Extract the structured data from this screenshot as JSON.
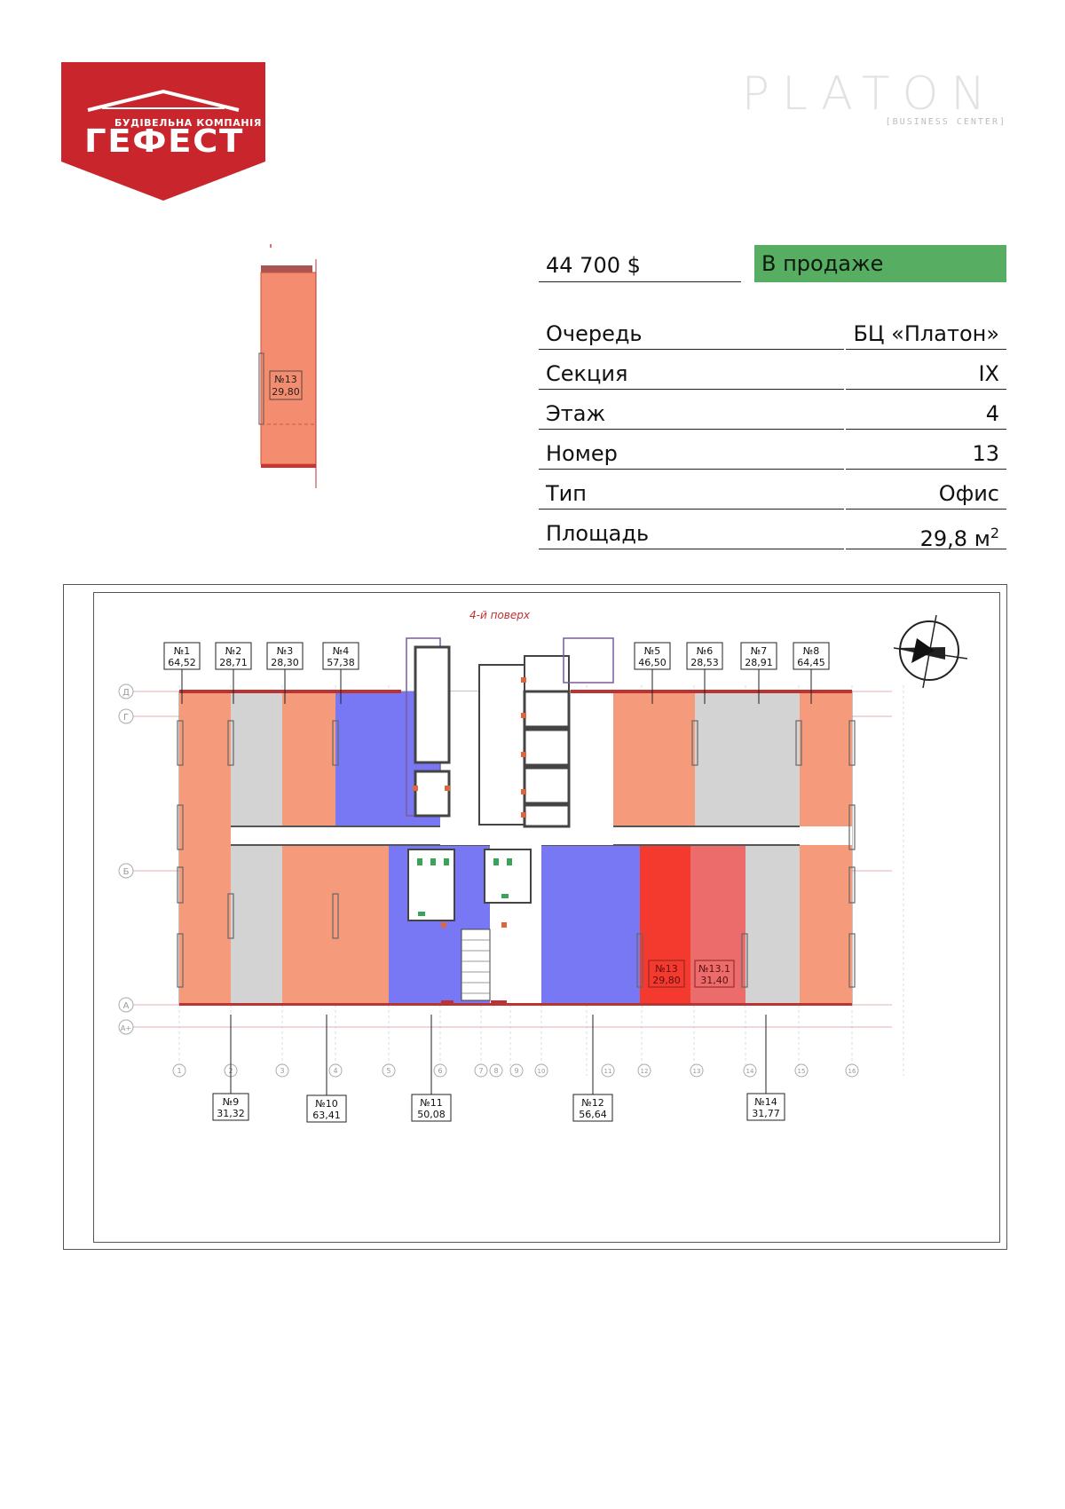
{
  "header": {
    "brand_name": "ГЕФЕСТ",
    "brand_tagline": "БУДІВЕЛЬНА КОМПАНІЯ",
    "brand_color": "#c8262c",
    "partner_logo_text": "PLATON",
    "partner_logo_sub": "[BUSINESS CENTER]"
  },
  "listing": {
    "price": "44 700 $",
    "status": "В продаже",
    "status_color": "#57ad62",
    "rows": [
      {
        "label": "Очередь",
        "value": "БЦ «Платон»"
      },
      {
        "label": "Секция",
        "value": "IX"
      },
      {
        "label": "Этаж",
        "value": "4"
      },
      {
        "label": "Номер",
        "value": "13"
      },
      {
        "label": "Тип",
        "value": "Офис"
      },
      {
        "label": "Площадь",
        "value": "29,8 м",
        "value_sup": "2"
      }
    ]
  },
  "thumbnail": {
    "unit_label": "№13",
    "unit_area": "29,80"
  },
  "floor_plan": {
    "title": "4-й поверх",
    "colors": {
      "available": "#f59a7a",
      "sold": "#d3d3d3",
      "reserved": "#7878f5",
      "selected": "#f43a2e",
      "selected_secondary": "#ec6b6b"
    },
    "units": [
      {
        "id": "1",
        "label": "№1",
        "area": "64,52",
        "status": "available"
      },
      {
        "id": "2",
        "label": "№2",
        "area": "28,71",
        "status": "sold"
      },
      {
        "id": "3",
        "label": "№3",
        "area": "28,30",
        "status": "available"
      },
      {
        "id": "4",
        "label": "№4",
        "area": "57,38",
        "status": "reserved"
      },
      {
        "id": "5",
        "label": "№5",
        "area": "46,50",
        "status": "available"
      },
      {
        "id": "6",
        "label": "№6",
        "area": "28,53",
        "status": "sold"
      },
      {
        "id": "7",
        "label": "№7",
        "area": "28,91",
        "status": "sold"
      },
      {
        "id": "8",
        "label": "№8",
        "area": "64,45",
        "status": "available"
      },
      {
        "id": "9",
        "label": "№9",
        "area": "31,32",
        "status": "sold"
      },
      {
        "id": "10",
        "label": "№10",
        "area": "63,41",
        "status": "available"
      },
      {
        "id": "11",
        "label": "№11",
        "area": "50,08",
        "status": "reserved"
      },
      {
        "id": "12",
        "label": "№12",
        "area": "56,64",
        "status": "reserved"
      },
      {
        "id": "13",
        "label": "№13",
        "area": "29,80",
        "status": "selected"
      },
      {
        "id": "13-1",
        "label": "№13.1",
        "area": "31,40",
        "status": "selected_secondary"
      },
      {
        "id": "14",
        "label": "№14",
        "area": "31,77",
        "status": "sold"
      }
    ],
    "row_axes": [
      "Д",
      "Г",
      "Б",
      "А",
      "А+"
    ],
    "column_axes": [
      "1",
      "2",
      "3",
      "4",
      "5",
      "6",
      "7",
      "8",
      "9",
      "10",
      "11",
      "12",
      "13",
      "14",
      "15",
      "16"
    ]
  }
}
